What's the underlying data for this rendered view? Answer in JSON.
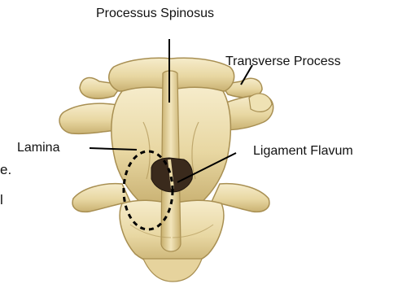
{
  "labels": {
    "processus_spinosus": "Processus Spinosus",
    "transverse_process": "Transverse Process",
    "lamina": "Lamina",
    "ligament_flavum": "Ligament Flavum"
  },
  "cropped_text": {
    "line1": "e.",
    "line2": "l"
  },
  "colors": {
    "bone_light": "#f1e6bd",
    "bone_mid": "#d9c68a",
    "bone_shadow": "#a88f52",
    "canal_dark": "#3a2a1c",
    "leader_line": "#000000",
    "dashed_outline": "#000000"
  }
}
